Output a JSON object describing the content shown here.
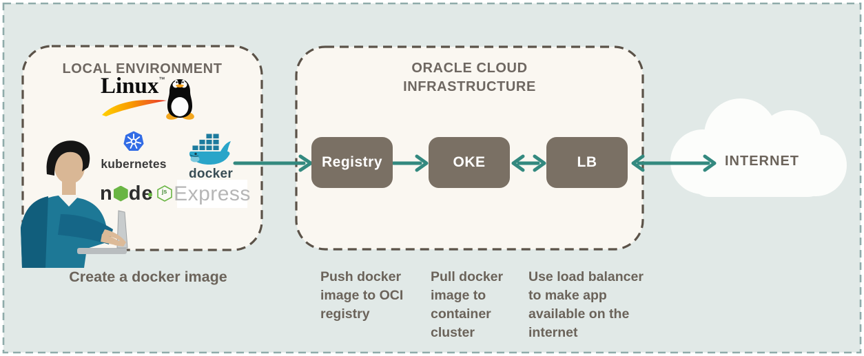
{
  "diagram": {
    "background_color": "#e1e9e7",
    "panel_fill": "#faf7f1",
    "panel_border_color": "#5b5248",
    "outer_border_color": "#8fabaa",
    "arrow_color": "#33897f",
    "node_fill": "#7a7064",
    "text_color": "#6b635a",
    "kubernetes_blue": "#326ce5",
    "node_green": "#6ab544",
    "docker_blue": "#2aa5c9"
  },
  "local_env": {
    "title": "LOCAL ENVIRONMENT",
    "caption": "Create a docker image",
    "logos": {
      "linux": "Linux",
      "linux_tm": "™",
      "kubernetes": "kubernetes",
      "docker": "docker",
      "node_n": "n",
      "node_d": "d",
      "node_e": "e",
      "node_js_badge": "js",
      "express": "Express"
    }
  },
  "oci": {
    "title_lines": [
      "ORACLE CLOUD",
      "INFRASTRUCTURE"
    ],
    "nodes": [
      {
        "label": "Registry",
        "caption_lines": [
          "Push docker",
          "image to OCI",
          "registry",
          ""
        ]
      },
      {
        "label": "OKE",
        "caption_lines": [
          "Pull docker",
          "image to",
          "container",
          "cluster"
        ]
      },
      {
        "label": "LB",
        "caption_lines": [
          "Use load balancer",
          "to make app",
          "available on the",
          "internet"
        ]
      }
    ]
  },
  "internet": {
    "label": "INTERNET"
  },
  "arrows": [
    {
      "from": "Local environment",
      "to": "Registry",
      "bidirectional": false
    },
    {
      "from": "Registry",
      "to": "OKE",
      "bidirectional": false
    },
    {
      "from": "OKE",
      "to": "LB",
      "bidirectional": true
    },
    {
      "from": "LB",
      "to": "Internet",
      "bidirectional": true
    }
  ]
}
